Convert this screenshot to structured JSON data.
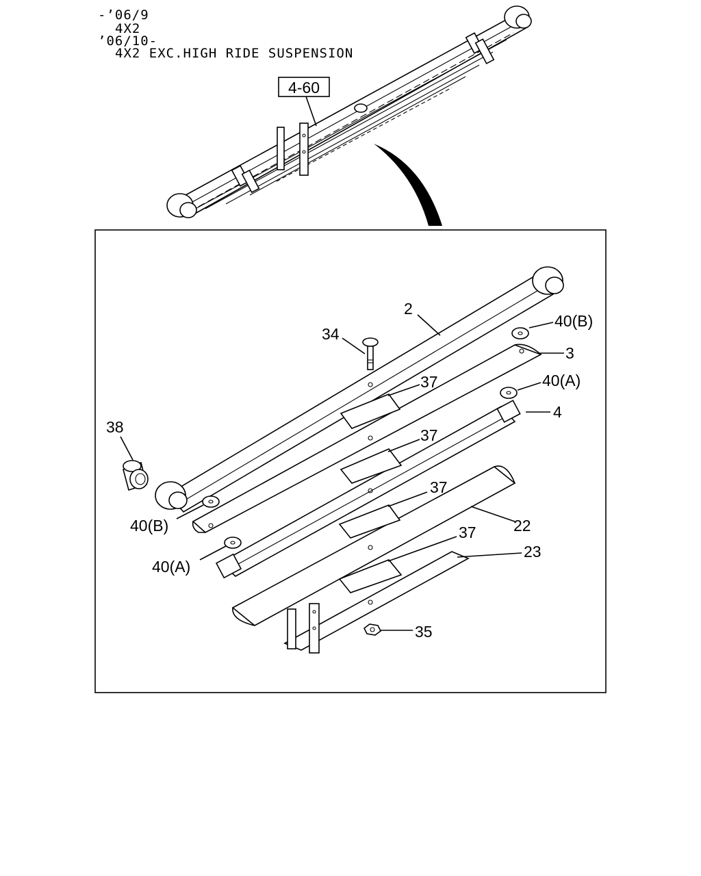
{
  "header": {
    "line1": "-’06/9",
    "line2": "4X2",
    "line3": "’06/10-",
    "line4": "4X2 EXC.HIGH RIDE SUSPENSION"
  },
  "ref_box": "4-60",
  "callouts": {
    "p2": "2",
    "p3": "3",
    "p4": "4",
    "p22": "22",
    "p23": "23",
    "p34": "34",
    "p35": "35",
    "p37a": "37",
    "p37b": "37",
    "p37c": "37",
    "p37d": "37",
    "p38": "38",
    "p40b_top": "40(B)",
    "p40a_top": "40(A)",
    "p40b_left": "40(B)",
    "p40a_left": "40(A)"
  }
}
